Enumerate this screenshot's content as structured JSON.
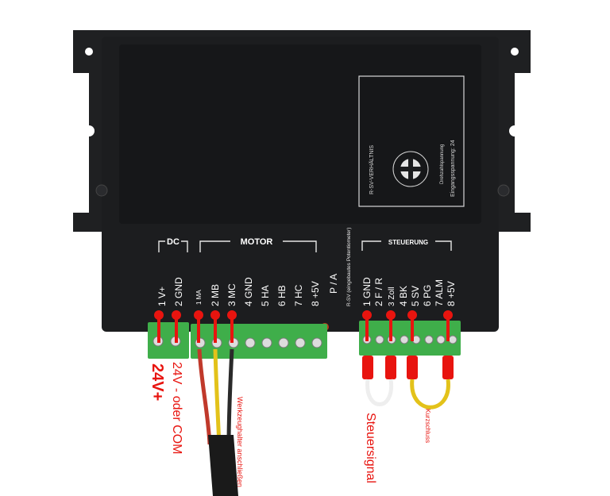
{
  "labels": {
    "dc_header": "DC",
    "motor_header": "MOTOR",
    "steuerung_header": "STEUERUNG",
    "potentiometer_note": "R-SV (eingebautes Potentiometer)",
    "plate_title": "R-SV-VERHÄLTNIS",
    "plate_note1": "Drehzahlspannung",
    "plate_note2": "Eingangsspannung: 24"
  },
  "dc_terminals": [
    "1 V+",
    "2 GND"
  ],
  "motor_terminals": [
    "1 MA",
    "2 MB",
    "3 MC",
    "4 GND",
    "5 HA",
    "6 HB",
    "7 HC",
    "8 +5V"
  ],
  "pa_label": "P / A",
  "control_terminals": [
    "1 GND",
    "2 F / R",
    "3 Zoll",
    "4 BK",
    "5 SV",
    "6 PG",
    "7 ALM",
    "8 +5V"
  ],
  "annotations": {
    "v24_plus": "24V+",
    "v24_minus": "24V - oder COM",
    "motor_note": "Werkzeughalter anschließen",
    "steuersignal": "Steuersignal",
    "kurzschluss": "Kurzschluss"
  },
  "colors": {
    "annotation_red": "#e8140f",
    "case_black": "#1c1d1f",
    "terminal_green": "#3fae4a",
    "wire_yellow": "#e3c21a",
    "wire_white": "#eeeeee"
  }
}
